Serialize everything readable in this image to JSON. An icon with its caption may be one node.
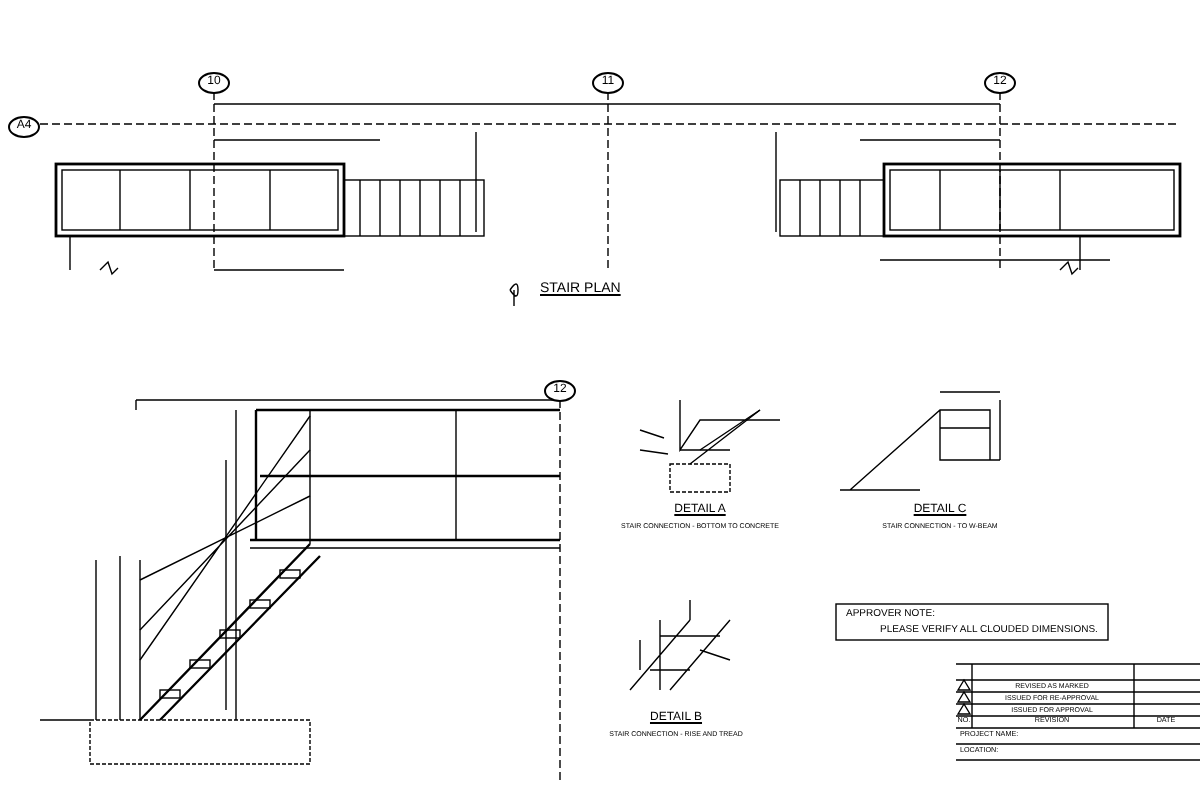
{
  "diagram": {
    "labels": [
      "10",
      "11",
      "12",
      "A4",
      "STAIR PLAN",
      "12",
      "DETAIL A",
      "STAIR CONNECTION - BOTTOM TO CONCRETE",
      "DETAIL C",
      "STAIR CONNECTION - TO W-BEAM",
      "DETAIL B",
      "STAIR CONNECTION - RISE AND TREAD",
      "APPROVER NOTE:",
      "PLEASE VERIFY ALL CLOUDED DIMENSIONS.",
      "REVISED AS MARKED",
      "ISSUED FOR RE-APPROVAL",
      "ISSUED FOR APPROVAL",
      "NO.",
      "REVISION",
      "DATE",
      "PROJECT NAME:",
      "LOCATION:"
    ]
  }
}
